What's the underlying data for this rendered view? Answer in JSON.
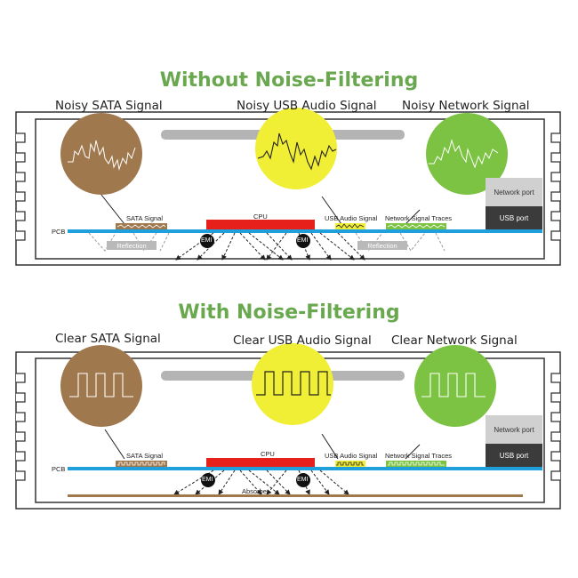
{
  "top": {
    "title": "Without Noise-Filtering",
    "sata_title": "Noisy SATA Signal",
    "usb_title": "Noisy USB Audio Signal",
    "net_title": "Noisy Network Signal",
    "reflection_left": "Reflection",
    "reflection_right": "Reflection"
  },
  "bottom": {
    "title": "With Noise-Filtering",
    "sata_title": "Clear SATA Signal",
    "usb_title": "Clear USB Audio Signal",
    "net_title": "Clear Network Signal",
    "absorber": "Absorber"
  },
  "labels": {
    "pcb": "PCB",
    "cpu": "CPU",
    "sata_signal": "SATA Signal",
    "usb_audio_signal": "USB Audio Signal",
    "network_signal_traces": "Network Signal Traces",
    "network_port": "Network port",
    "usb_port": "USB port",
    "emi": "EMI"
  },
  "colors": {
    "title_green": "#6aa84f",
    "sata_brown": "#a0784e",
    "usb_yellow": "#f1ef35",
    "net_green": "#7cc243",
    "cpu_red": "#e8201c",
    "pcb_blue": "#1fa0dd"
  }
}
